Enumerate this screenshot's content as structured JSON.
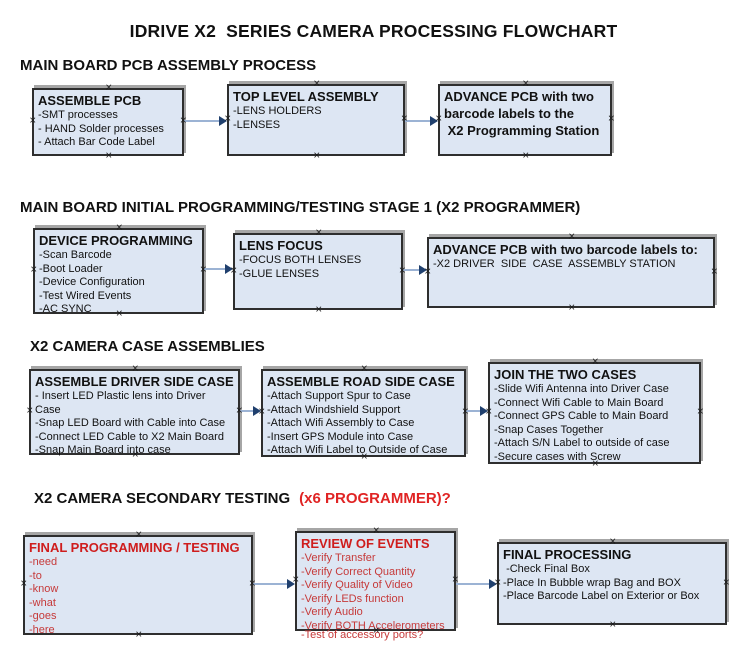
{
  "title": "IDRIVE X2  SERIES CAMERA PROCESSING FLOWCHART",
  "colors": {
    "text": "#111111",
    "box_fill": "#dde6f3",
    "box_border": "#2e2e2e",
    "box_shadow": "#a6a6a6",
    "connector_line": "#9cb3d4",
    "connector_head": "#20406e",
    "heading_red": "#e02424",
    "red_title": "#cf1d1d",
    "red_item": "#c63a3a"
  },
  "icons": {
    "connection_point_glyph": "×"
  },
  "sections": [
    {
      "heading": "MAIN BOARD PCB ASSEMBLY PROCESS",
      "boxes": [
        {
          "title": "ASSEMBLE PCB",
          "items": [
            "-SMT processes",
            "- HAND Solder processes",
            "- Attach Bar Code Label"
          ]
        },
        {
          "title": "TOP LEVEL ASSEMBLY",
          "items": [
            "-LENS HOLDERS",
            "-LENSES"
          ]
        },
        {
          "title": "ADVANCE PCB with two\nbarcode labels to the\n X2 Programming Station",
          "items": []
        }
      ]
    },
    {
      "heading": "MAIN BOARD INITIAL PROGRAMMING/TESTING STAGE 1 (X2 PROGRAMMER)",
      "boxes": [
        {
          "title": "DEVICE PROGRAMMING",
          "items": [
            "-Scan Barcode",
            "-Boot Loader",
            "-Device Configuration",
            "-Test Wired Events",
            "-AC SYNC"
          ]
        },
        {
          "title": "LENS FOCUS",
          "items": [
            "-FOCUS BOTH LENSES",
            "-GLUE LENSES"
          ]
        },
        {
          "title": "ADVANCE PCB with two barcode labels to:",
          "items": [
            "-X2 DRIVER  SIDE  CASE  ASSEMBLY STATION"
          ]
        }
      ]
    },
    {
      "heading": "X2 CAMERA CASE ASSEMBLIES",
      "boxes": [
        {
          "title": "ASSEMBLE DRIVER SIDE CASE",
          "items": [
            "- Insert LED Plastic lens into Driver Case",
            "-Snap LED Board with Cable into Case",
            "-Connect LED Cable to X2 Main Board",
            "-Snap Main Board into case"
          ]
        },
        {
          "title": "ASSEMBLE ROAD SIDE CASE",
          "items": [
            "-Attach Support Spur to Case",
            "-Attach Windshield Support",
            "-Attach Wifi Assembly to Case",
            "-Insert GPS Module into Case",
            "-Attach Wifi Label to Outside of Case"
          ]
        },
        {
          "title": "JOIN THE TWO CASES",
          "items": [
            "-Slide Wifi Antenna into Driver Case",
            "-Connect Wifi Cable to Main Board",
            "-Connect GPS Cable to Main Board",
            "-Snap Cases Together",
            "-Attach S/N Label to outside of case",
            "-Secure cases with Screw"
          ]
        }
      ]
    },
    {
      "heading": "X2 CAMERA SECONDARY TESTING",
      "heading_accent": "(x6 PROGRAMMER)?",
      "boxes": [
        {
          "title": "FINAL PROGRAMMING / TESTING",
          "items": [
            "-need",
            "-to",
            "-know",
            "-what",
            "-goes",
            "-here"
          ]
        },
        {
          "title": "REVIEW OF EVENTS",
          "items": [
            "-Verify Transfer",
            "-Verify Correct Quantity",
            "-Verify Quality of Video",
            "-Verify LEDs function",
            "-Verify Audio",
            "-Verify BOTH Accelerometers"
          ],
          "overflow_item": "-Test of accessory ports?"
        },
        {
          "title": "FINAL PROCESSING",
          "items": [
            " -Check Final Box",
            "-Place In Bubble wrap Bag and BOX",
            "-Place Barcode Label on Exterior or Box"
          ]
        }
      ]
    }
  ]
}
